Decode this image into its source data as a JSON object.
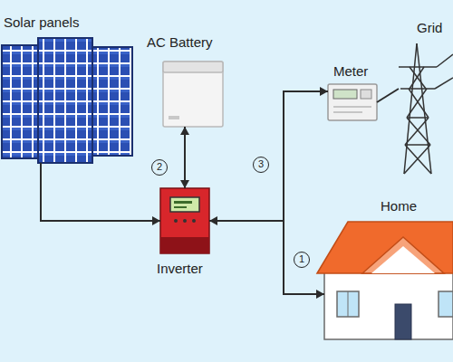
{
  "diagram": {
    "nodes": [
      {
        "text": [
          "Solar panels"
        ]
      },
      {
        "text": [
          "AC Battery"
        ]
      },
      {
        "text": [
          "Meter"
        ]
      },
      {
        "text": [
          "Grid"
        ]
      },
      {
        "text": [
          "Inverter"
        ]
      },
      {
        "text": [
          "Home"
        ]
      }
    ],
    "edges": [
      {
        "from": 0,
        "to": 4,
        "arrow": "to"
      },
      {
        "from": 1,
        "to": 4,
        "arrow": "both"
      },
      {
        "from": 4,
        "to": 5,
        "arrow": "to"
      },
      {
        "from": 4,
        "to": 2,
        "arrow": "both"
      },
      {
        "from": 2,
        "to": 3,
        "arrow": "none"
      }
    ],
    "labels": [
      "2",
      "3",
      "1"
    ]
  }
}
